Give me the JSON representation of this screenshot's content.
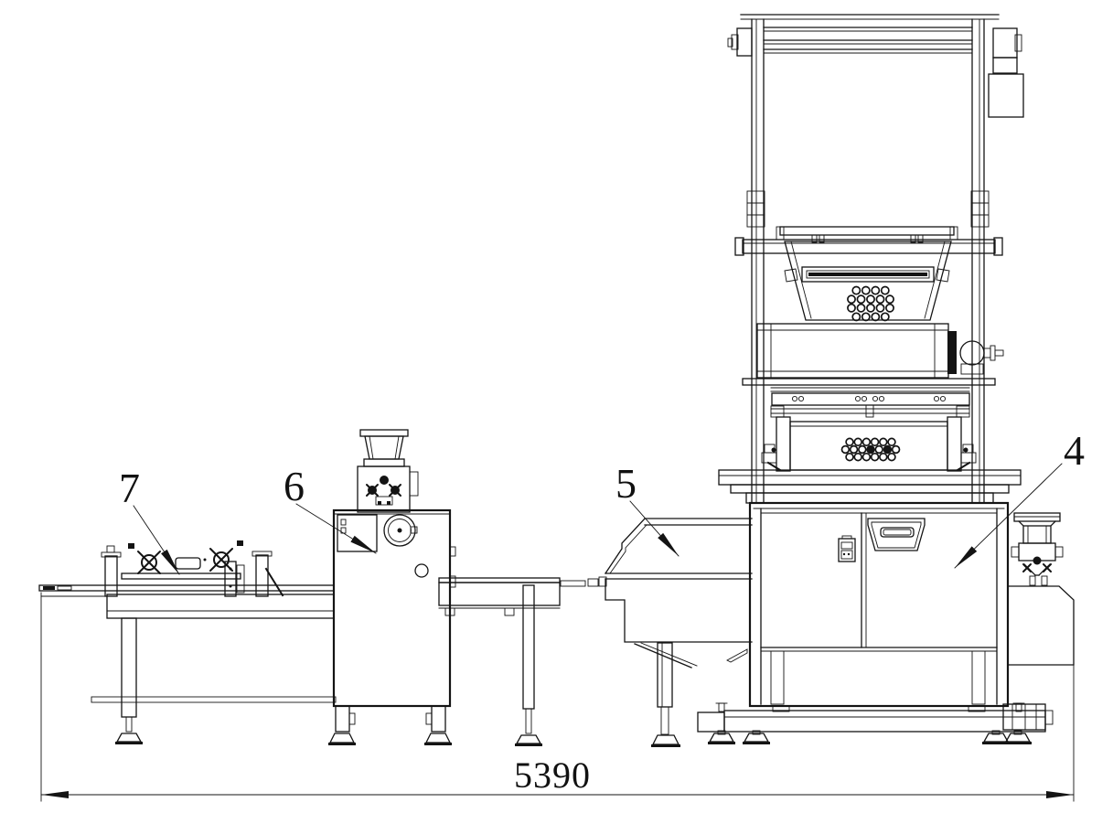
{
  "page": {
    "background_color": "#ffffff",
    "ink_color": "#141414",
    "description": "technical side-elevation line drawing of a production line"
  },
  "labels": {
    "part4": "4",
    "part5": "5",
    "part6": "6",
    "part7": "7"
  },
  "dimension": {
    "overall_length": "5390"
  }
}
